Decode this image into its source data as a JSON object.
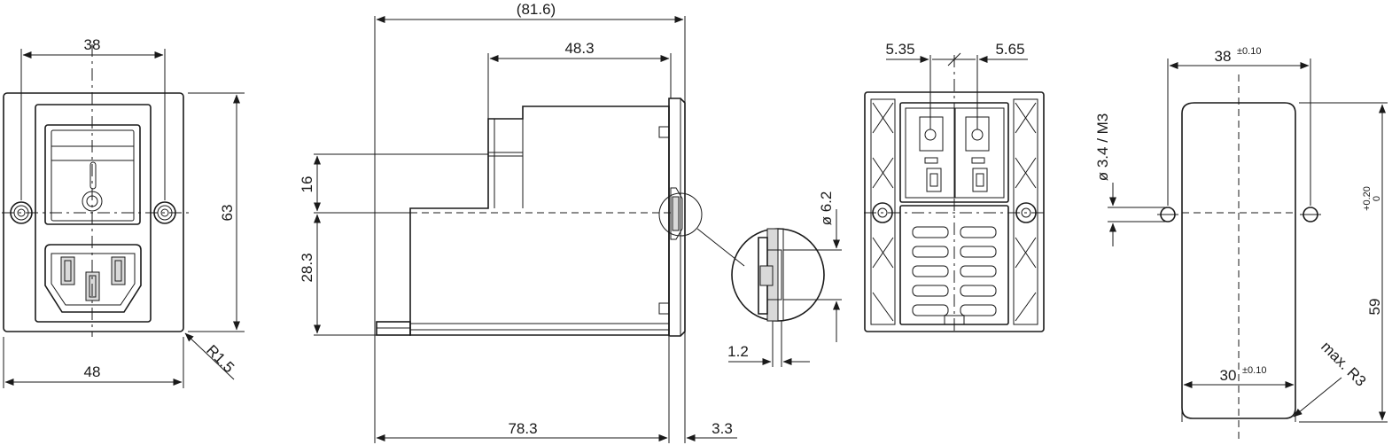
{
  "front_view": {
    "dim_hole_spacing": "38",
    "dim_height": "63",
    "dim_width": "48",
    "dim_radius": "R1.5"
  },
  "side_view": {
    "dim_overall": "(81.6)",
    "dim_upper_depth": "48.3",
    "dim_upper_height": "16",
    "dim_lower_height": "28.3",
    "dim_body_depth": "78.3",
    "dim_flange": "3.3"
  },
  "detail_view": {
    "dim_diameter": "ø 6.2",
    "dim_panel_thickness": "1.2"
  },
  "rear_view": {
    "dim_left_offset": "5.35",
    "dim_right_offset": "5.65"
  },
  "cutout_view": {
    "dim_top_width": "38",
    "tol_top_width": "±0.10",
    "dim_bottom_width": "30",
    "tol_bottom_width": "±0.10",
    "dim_height": "59",
    "tol_height_upper": "+0.20",
    "tol_height_lower": "0",
    "dim_hole": "ø 3.4 / M3",
    "dim_corner_radius": "max. R3"
  }
}
